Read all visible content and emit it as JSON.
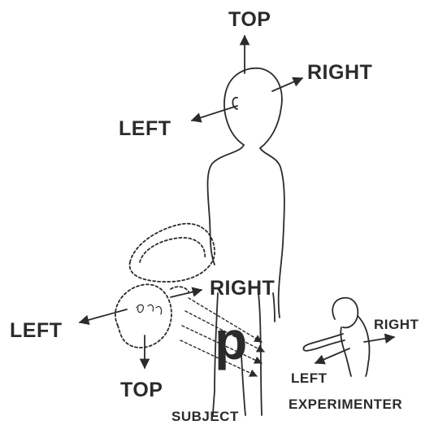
{
  "subject": {
    "top": "TOP",
    "right": "RIGHT",
    "left": "LEFT",
    "caption": "SUBJECT"
  },
  "card": {
    "letter": "p",
    "right": "RIGHT",
    "left": "LEFT",
    "top": "TOP"
  },
  "experimenter": {
    "right": "RIGHT",
    "left": "LEFT",
    "caption": "EXPERIMENTER"
  },
  "colors": {
    "ink": "#2b2b2b",
    "background": "#ffffff"
  }
}
